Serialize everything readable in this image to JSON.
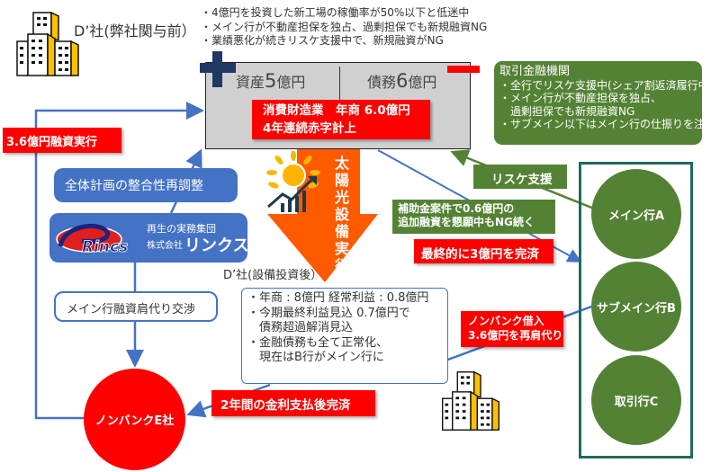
{
  "company_before": {
    "label": "D’社(弊社関与前）",
    "notes": [
      "・4億円を投資した新工場の稼働率が50%以下と低迷中",
      "・メイン行が不動産担保を独占、過剰担保でも新規融資NG",
      "・業績悪化が続きリスケ支援中で、新規融資がNG"
    ],
    "assets_prefix": "資産",
    "assets_value": "5",
    "assets_unit": "億円",
    "debt_prefix": "債務",
    "debt_value": "6",
    "debt_unit": "億円",
    "profile_line1": "消費財造業　年商 6.0億円",
    "profile_line2": "4年連続赤字計上"
  },
  "bank_info": {
    "title": "取引金融機関",
    "lines": [
      "・全行でリスケ支援中(シェア割返済履行中)",
      "・メイン行が不動産担保を独占、",
      "　過剰担保でも新規融資NG",
      "・サブメイン以下はメイン行の仕振りを注視中"
    ]
  },
  "labels": {
    "loan_execution": "3.6億円融資実行",
    "plan_realign": "全体計画の整合性再調整",
    "solar_investment": "太陽光設備実行",
    "rescheduling_support": "リスケ支援",
    "subsidy_line1": "補助金案件で0.6億円の",
    "subsidy_line2": "追加融資を懇願中もNG続く",
    "final_repayment": "最終的に3億円を完済",
    "nonbank_refi_line1": "ノンバンク借入",
    "nonbank_refi_line2": "3.6億円を再肩代り",
    "two_year_repayment": "2年間の金利支払後完済",
    "main_bank_negotiation": "メイン行融資肩代り交渉"
  },
  "rincs": {
    "logo_text": "Rincs",
    "tagline": "再生の実務集団",
    "company_type": "株式会社",
    "name": "リンクス"
  },
  "company_after": {
    "label": "D’社(設備投資後）",
    "lines": [
      "・年商 : 8億円  経常利益 : 0.8億円",
      "・今期最終利益見込 0.7億円で",
      "　債務超過解消見込",
      "・金融債務も全て正常化、",
      "　現在はB行がメイン行に"
    ]
  },
  "banks": [
    {
      "name": "メイン行A"
    },
    {
      "name": "サブメイン行B"
    },
    {
      "name": "取引行C"
    }
  ],
  "nonbank": {
    "name": "ノンバンクE社"
  },
  "colors": {
    "accent_red": "#ff0000",
    "bank_green": "#548235",
    "flow_blue": "#4472c4",
    "solar_orange": "#ff5a00",
    "frame_teal": "#1e6b5b",
    "plus_navy": "#1f3864"
  }
}
